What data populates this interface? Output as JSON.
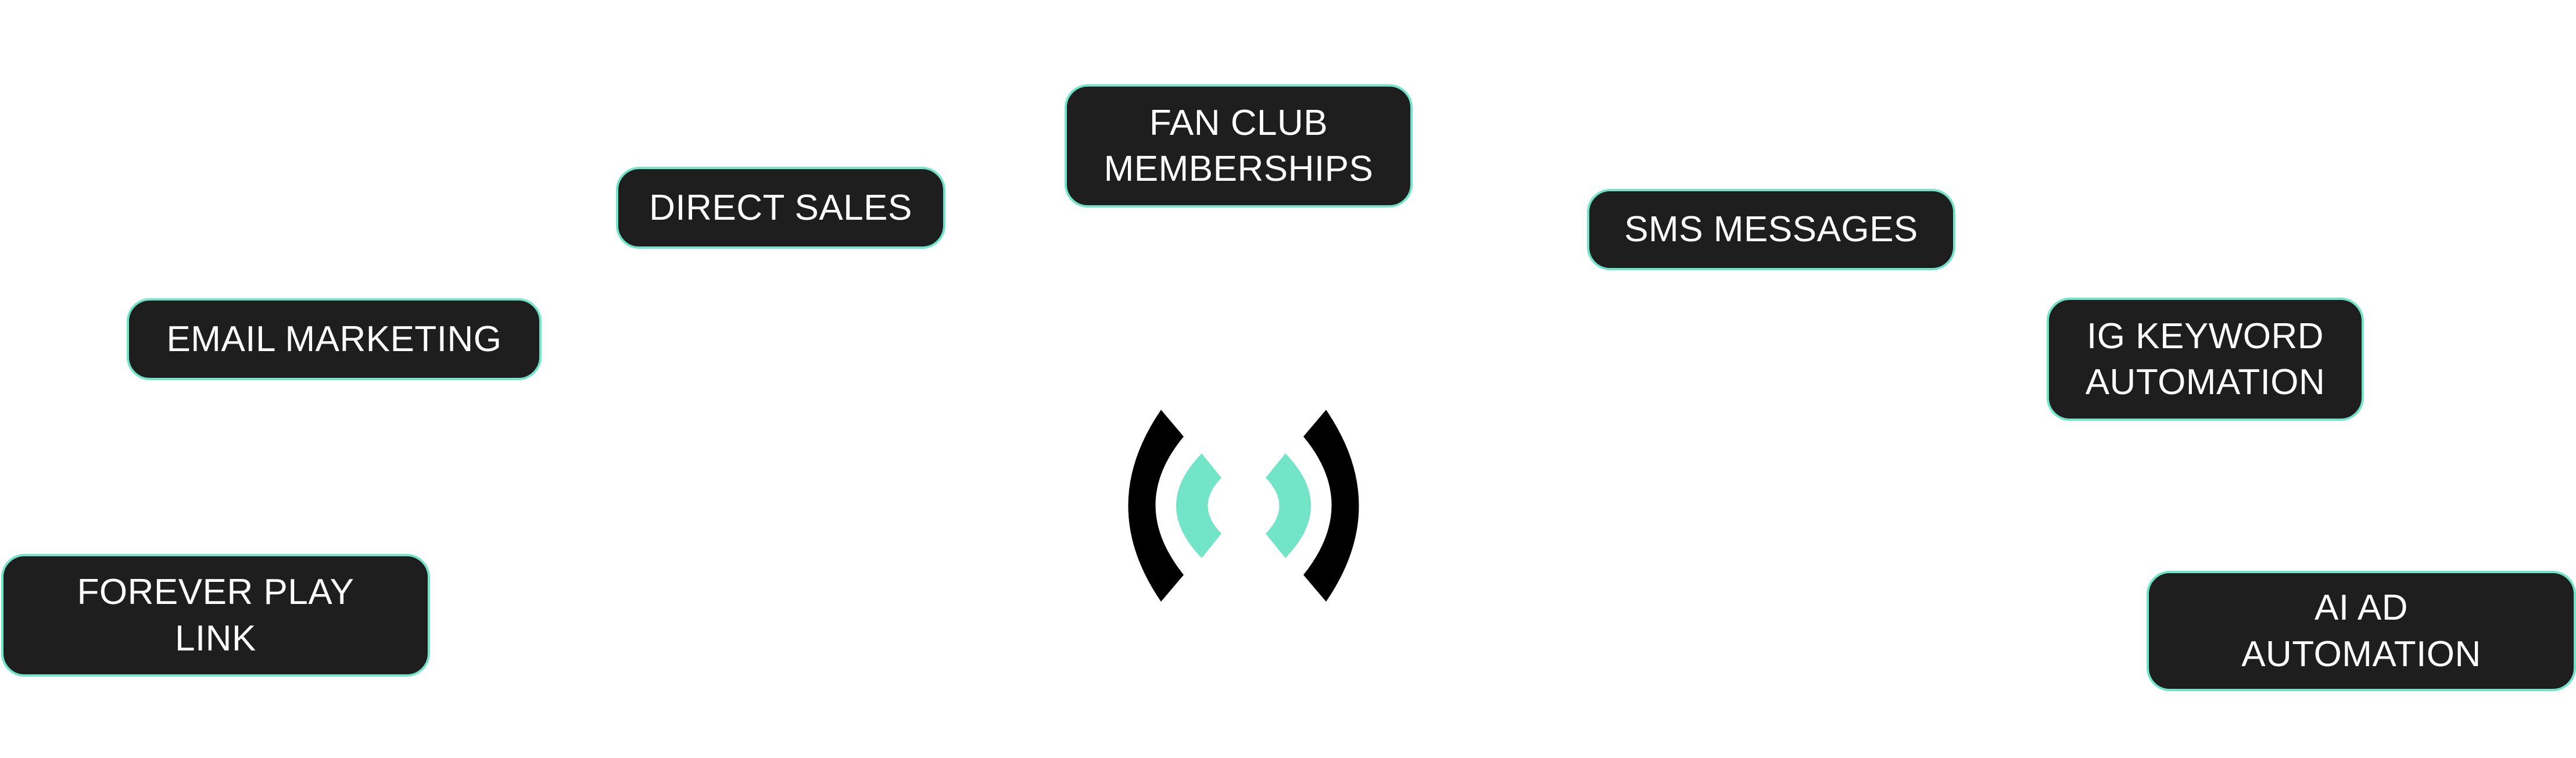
{
  "nodes": {
    "direct_sales": "DIRECT SALES",
    "fan_club": "FAN CLUB\nMEMBERSHIPS",
    "sms": "SMS MESSAGES",
    "email": "EMAIL MARKETING",
    "ig": "IG KEYWORD\nAUTOMATION",
    "forever": "FOREVER PLAY\nLINK",
    "ai_ad": "AI AD\nAUTOMATION"
  },
  "colors": {
    "accent": "#72e5c9",
    "chip_background": "#1e1e1e",
    "chip_text": "#ffffff",
    "logo_dark": "#000000"
  },
  "icons": {
    "center": "broadcast-signal-icon"
  }
}
